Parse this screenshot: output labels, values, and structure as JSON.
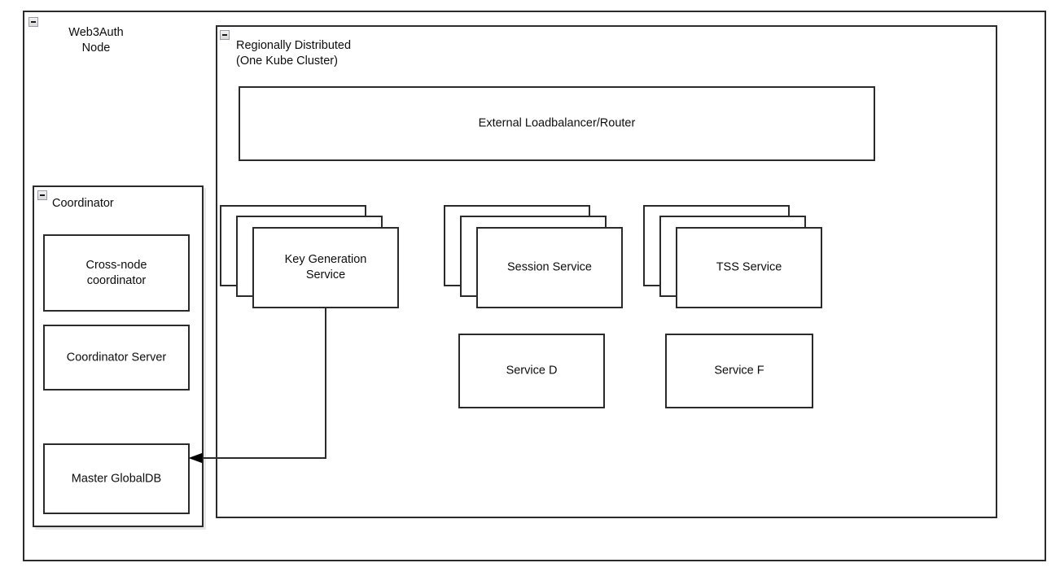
{
  "diagram": {
    "type": "architecture-block-diagram",
    "background": "#ffffff",
    "stroke_color": "#2b2b2b",
    "text_color": "#0d0d0d"
  },
  "containers": {
    "node": {
      "title": "Web3Auth\nNode",
      "collapse_icon": "minus-icon"
    },
    "cluster": {
      "title": "Regionally Distributed\n(One Kube Cluster)",
      "collapse_icon": "minus-icon"
    },
    "coordinator": {
      "title": "Coordinator",
      "collapse_icon": "minus-icon"
    }
  },
  "coordinator_children": [
    {
      "label": "Cross-node\ncoordinator"
    },
    {
      "label": "Coordinator Server"
    },
    {
      "label": "Master GlobalDB"
    }
  ],
  "cluster_children": {
    "loadbalancer": {
      "label": "External Loadbalancer/Router"
    },
    "stacks": [
      {
        "label": "Key Generation\nService",
        "copies": 3
      },
      {
        "label": "Session Service",
        "copies": 3
      },
      {
        "label": "TSS Service",
        "copies": 3
      }
    ],
    "services": [
      {
        "label": "Service D"
      },
      {
        "label": "Service F"
      }
    ]
  },
  "edges": [
    {
      "name": "keygen-to-masterdb",
      "from": "Key Generation Service",
      "to": "Master GlobalDB",
      "arrowhead": "target"
    }
  ]
}
